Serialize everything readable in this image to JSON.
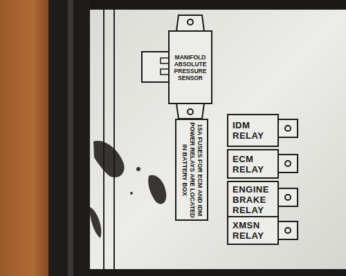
{
  "diagram": {
    "nodes": [
      {
        "text": [
          "MANIFOLD ABSOLUTE PRESSURE SENSOR"
        ]
      },
      {
        "text": [
          "15A FUSES FOR ECM AND IDM POWER RELAYS ARE LOCATED IN BATTERY BOX"
        ]
      },
      {
        "text": [
          "IDM RELAY"
        ]
      },
      {
        "text": [
          "ECM RELAY"
        ]
      },
      {
        "text": [
          "ENGINE BRAKE RELAY"
        ]
      },
      {
        "text": [
          "XMSN RELAY"
        ]
      }
    ]
  }
}
